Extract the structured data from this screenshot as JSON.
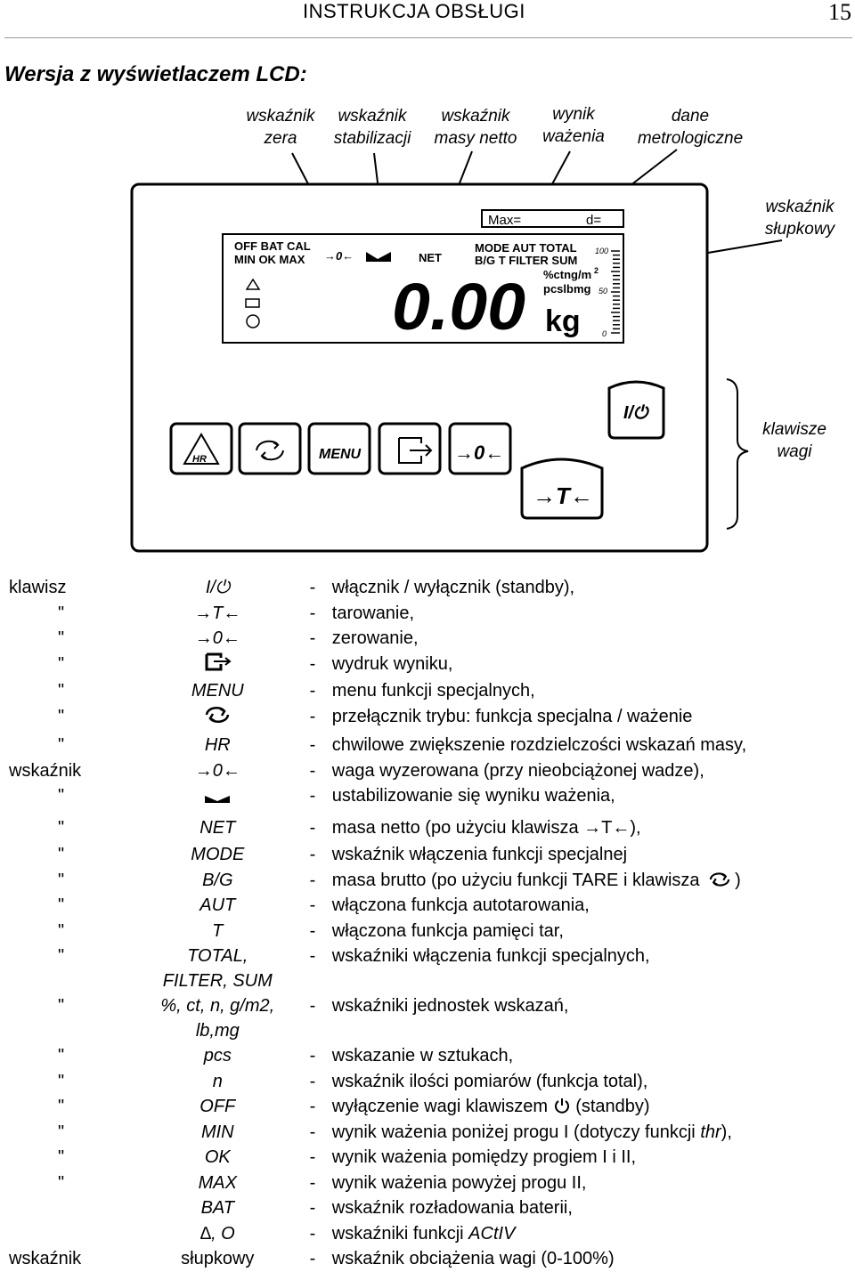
{
  "header": {
    "title": "INSTRUKCJA OBSŁUGI",
    "page": "15"
  },
  "section_title": "Wersja z wyświetlaczem LCD:",
  "callouts": {
    "zero_indicator": [
      "wskaźnik",
      "zera"
    ],
    "stab_indicator": [
      "wskaźnik",
      "stabilizacji"
    ],
    "net_indicator": [
      "wskaźnik",
      "masy netto"
    ],
    "weighing_result": [
      "wynik",
      "ważenia"
    ],
    "metrological": [
      "dane",
      "metrologiczne"
    ],
    "bar_indicator": [
      "wskaźnik",
      "słupkowy"
    ],
    "scale_keys": [
      "klawisze",
      "wagi"
    ]
  },
  "display": {
    "max_label": "Max=",
    "d_label": "d=",
    "row1": "OFF BAT CAL",
    "row2": "MIN  OK  MAX",
    "zero": "→0←",
    "net": "NET",
    "mode_row": "MODE  AUT  TOTAL",
    "bg_row": "B/G  T  FILTER SUM",
    "units1": "%ctng/m",
    "units1_sup": "2",
    "units2": "pcslbmg",
    "value": "0.00",
    "unit": "kg",
    "bar_100": "100",
    "bar_50": "50",
    "bar_0": "0"
  },
  "keys": {
    "hr": "HR",
    "menu": "MENU",
    "zero": "→0←",
    "tare": "→T←",
    "onoff": "I/⏻"
  },
  "legend": [
    {
      "cat": "klawisz",
      "sym": "I/⏻",
      "desc": "włącznik / wyłącznik (standby),"
    },
    {
      "cat": "\"",
      "sym": "→T←",
      "desc": "tarowanie,"
    },
    {
      "cat": "\"",
      "sym": "→0←",
      "desc": "zerowanie,"
    },
    {
      "cat": "\"",
      "sym": "print-icon",
      "desc": "wydruk wyniku,"
    },
    {
      "cat": "\"",
      "sym": "MENU",
      "desc": "menu funkcji specjalnych,"
    },
    {
      "cat": "\"",
      "sym": "mode-switch-icon",
      "desc": "przełącznik trybu: funkcja specjalna / ważenie"
    },
    {
      "cat": "\"",
      "sym": "HR",
      "desc": "chwilowe zwiększenie rozdzielczości wskazań masy,"
    },
    {
      "cat": "wskaźnik",
      "sym": "→0←",
      "desc": "waga wyzerowana (przy nieobciążonej wadze),"
    },
    {
      "cat": "\"",
      "sym": "stability-icon",
      "desc": "ustabilizowanie się wyniku ważenia,"
    },
    {
      "cat": "\"",
      "sym": "NET",
      "desc_a": "masa netto (po użyciu klawisza ",
      "desc_sym": "→T←",
      "desc_b": "),"
    },
    {
      "cat": "\"",
      "sym": "MODE",
      "desc": "wskaźnik włączenia funkcji specjalnej"
    },
    {
      "cat": "\"",
      "sym": "B/G",
      "desc_a": "masa brutto (po użyciu funkcji TARE i klawisza ",
      "desc_b": ")"
    },
    {
      "cat": "\"",
      "sym": "AUT",
      "desc": "włączona funkcja autotarowania,"
    },
    {
      "cat": "\"",
      "sym": "T",
      "desc": "włączona funkcja pamięci tar,"
    },
    {
      "cat": "\"",
      "sym": "TOTAL,",
      "sym2": "FILTER, SUM",
      "desc": "wskaźniki włączenia funkcji specjalnych,"
    },
    {
      "cat": "\"",
      "sym": "%, ct, n, g/m2,",
      "sym2": "lb,mg",
      "desc": "wskaźniki jednostek wskazań,"
    },
    {
      "cat": "\"",
      "sym": "pcs",
      "desc": "wskazanie w sztukach,"
    },
    {
      "cat": "\"",
      "sym": "n",
      "desc": "wskaźnik ilości pomiarów (funkcja total),"
    },
    {
      "cat": "\"",
      "sym": "OFF",
      "desc_a": "wyłączenie wagi klawiszem ",
      "desc_b": " (standby)"
    },
    {
      "cat": "\"",
      "sym": "MIN",
      "desc_a": "wynik ważenia poniżej progu I (dotyczy funkcji ",
      "desc_i": "thr",
      "desc_b": "),"
    },
    {
      "cat": "\"",
      "sym": "OK",
      "desc": "wynik ważenia pomiędzy progiem I i II,"
    },
    {
      "cat": "\"",
      "sym": "MAX",
      "desc": "wynik ważenia powyżej progu II,"
    },
    {
      "cat": "",
      "sym": "BAT",
      "desc": "wskaźnik rozładowania baterii,"
    },
    {
      "cat": "",
      "sym": "∆, O",
      "desc_a": "wskaźniki funkcji ",
      "desc_i": "ACtIV",
      "desc_b": ""
    },
    {
      "cat": "wskaźnik",
      "sym": "słupkowy",
      "desc": "wskaźnik obciążenia wagi (0-100%)"
    }
  ],
  "dash": "-"
}
